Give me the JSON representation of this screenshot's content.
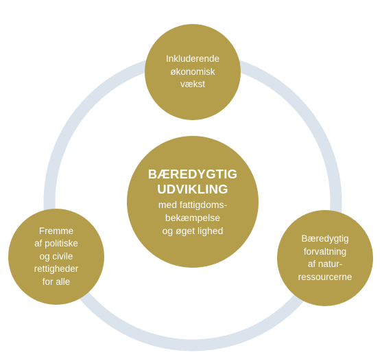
{
  "colors": {
    "node_fill": "#b49d4b",
    "ring_stroke": "#dbe3ed",
    "text": "#ffffff"
  },
  "diagram": {
    "center": {
      "title_lines": [
        "BÆREDYGTIG",
        "UDVIKLING"
      ],
      "subtitle_lines": [
        "med fattigdoms-",
        "bekæmpelse",
        "og øget lighed"
      ]
    },
    "nodes": [
      {
        "id": "top",
        "lines": [
          "Inkluderende",
          "økonomisk",
          "vækst"
        ]
      },
      {
        "id": "left",
        "lines": [
          "Fremme",
          "af politiske",
          "og civile",
          "rettigheder",
          "for alle"
        ]
      },
      {
        "id": "right",
        "lines": [
          "Bæredygtig",
          "forvaltning",
          "af natur-",
          "ressourcerne"
        ]
      }
    ]
  }
}
